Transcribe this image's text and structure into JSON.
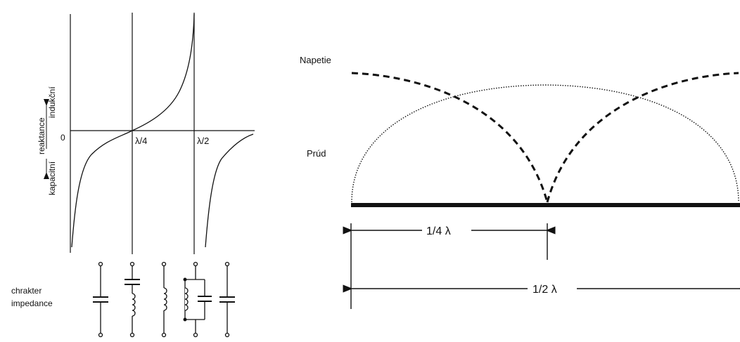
{
  "left_panel": {
    "axis_label_zero": "0",
    "axis_label_reactance": "reaktance",
    "axis_label_inductive": "indukční",
    "axis_label_capacitive": "kapacitní",
    "tick_quarter": "λ/4",
    "tick_half": "λ/2",
    "impedance_label_line1": "chrakter",
    "impedance_label_line2": "impedance",
    "impedance_symbols": [
      "capacitor",
      "series-lc",
      "inductor",
      "parallel-lc",
      "capacitor"
    ]
  },
  "right_panel": {
    "label_voltage": "Napetie",
    "label_current": "Prúd",
    "dim_quarter": "1/4 λ",
    "dim_half": "1/2 λ"
  },
  "colors": {
    "ink": "#111111",
    "background": "#ffffff"
  }
}
